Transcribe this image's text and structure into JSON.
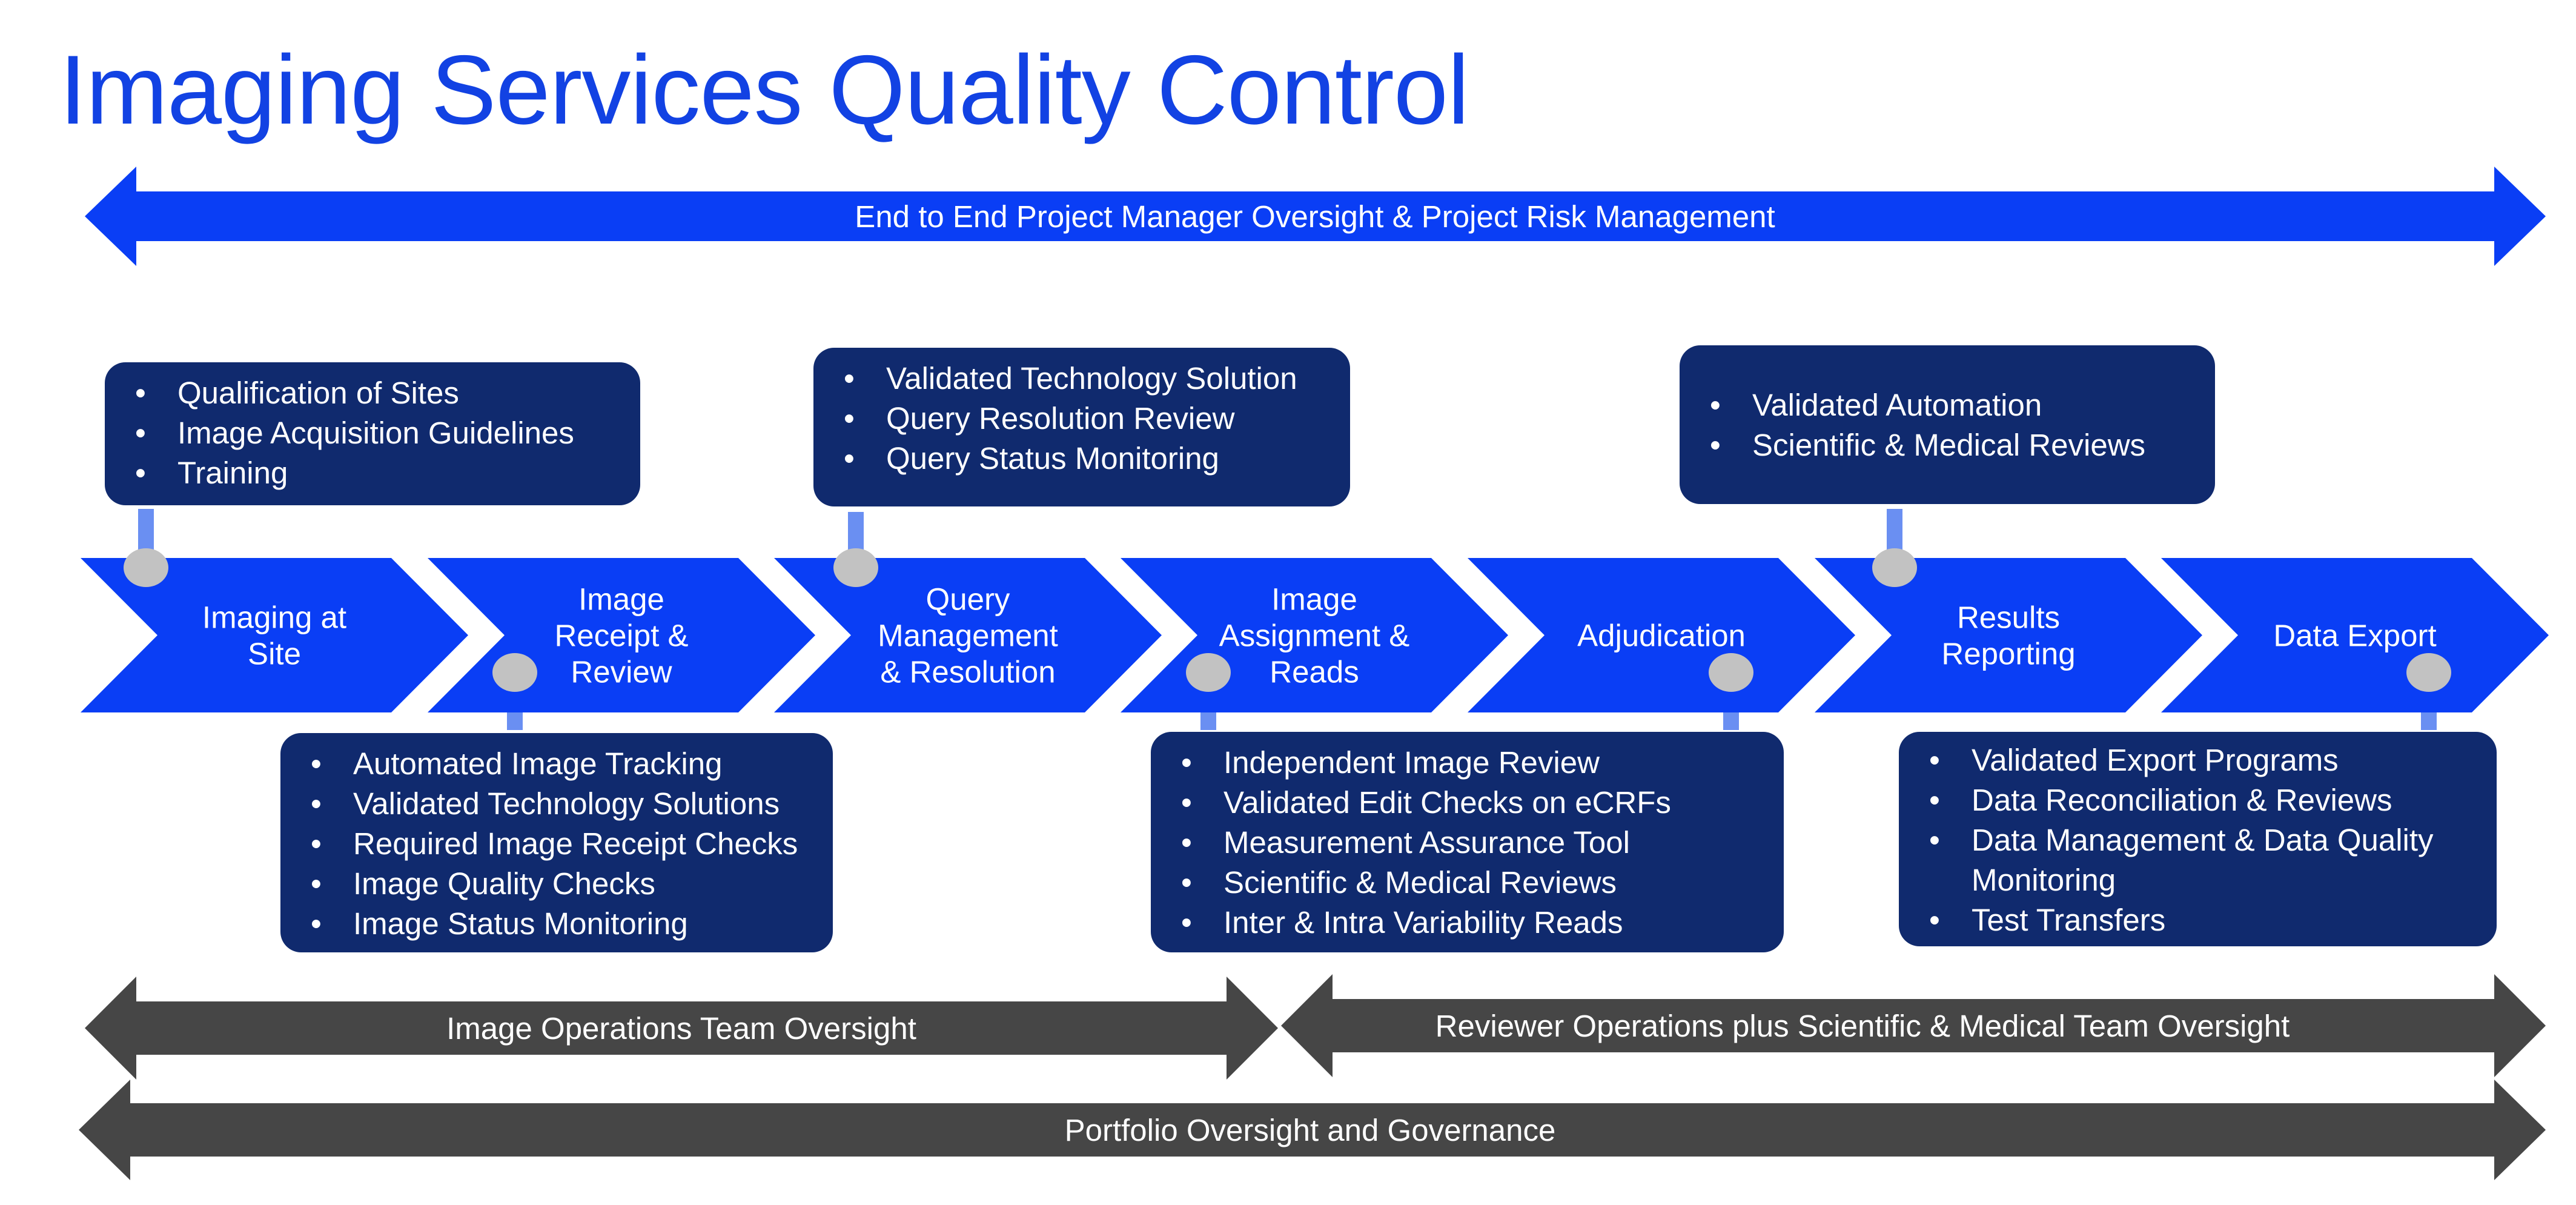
{
  "title": "Imaging Services Quality Control",
  "colors": {
    "title": "#1242e3",
    "bright_blue": "#0a3ef5",
    "navy": "#102a6e",
    "dark_gray": "#464646",
    "connector_light": "#6a8ff2",
    "pin_gray": "#c2c2c2",
    "text_on_color": "#ffffff"
  },
  "top_arrow": {
    "label": "End to End Project Manager Oversight & Project Risk Management"
  },
  "stages": [
    {
      "id": "imaging-at-site",
      "lines": [
        "Imaging at",
        "Site"
      ]
    },
    {
      "id": "image-receipt-review",
      "lines": [
        "Image",
        "Receipt &",
        "Review"
      ]
    },
    {
      "id": "query-management-resolution",
      "lines": [
        "Query",
        "Management",
        "& Resolution"
      ]
    },
    {
      "id": "image-assignment-reads",
      "lines": [
        "Image",
        "Assignment &",
        "Reads"
      ]
    },
    {
      "id": "adjudication",
      "lines": [
        "Adjudication"
      ]
    },
    {
      "id": "results-reporting",
      "lines": [
        "Results",
        "Reporting"
      ]
    },
    {
      "id": "data-export",
      "lines": [
        "Data Export"
      ]
    }
  ],
  "boxes": {
    "site": {
      "items": [
        "Qualification of Sites",
        "Image Acquisition Guidelines",
        "Training"
      ]
    },
    "query": {
      "items": [
        "Validated Technology Solution",
        "Query Resolution Review",
        "Query Status Monitoring"
      ]
    },
    "results": {
      "items": [
        "Validated Automation",
        "Scientific & Medical Reviews"
      ]
    },
    "receipt": {
      "items": [
        "Automated Image Tracking",
        "Validated Technology Solutions",
        "Required Image Receipt Checks",
        "Image Quality Checks",
        "Image Status Monitoring"
      ]
    },
    "reads": {
      "items": [
        "Independent Image Review",
        "Validated Edit Checks on eCRFs",
        "Measurement Assurance Tool",
        "Scientific & Medical Reviews",
        "Inter & Intra Variability Reads"
      ]
    },
    "export": {
      "items": [
        "Validated Export Programs",
        "Data Reconciliation & Reviews",
        "Data Management & Data Quality Monitoring",
        "Test Transfers"
      ]
    }
  },
  "bottom_arrows": {
    "image_ops": "Image Operations Team Oversight",
    "reviewer_ops": "Reviewer Operations plus Scientific & Medical Team Oversight",
    "portfolio": "Portfolio Oversight and Governance"
  }
}
